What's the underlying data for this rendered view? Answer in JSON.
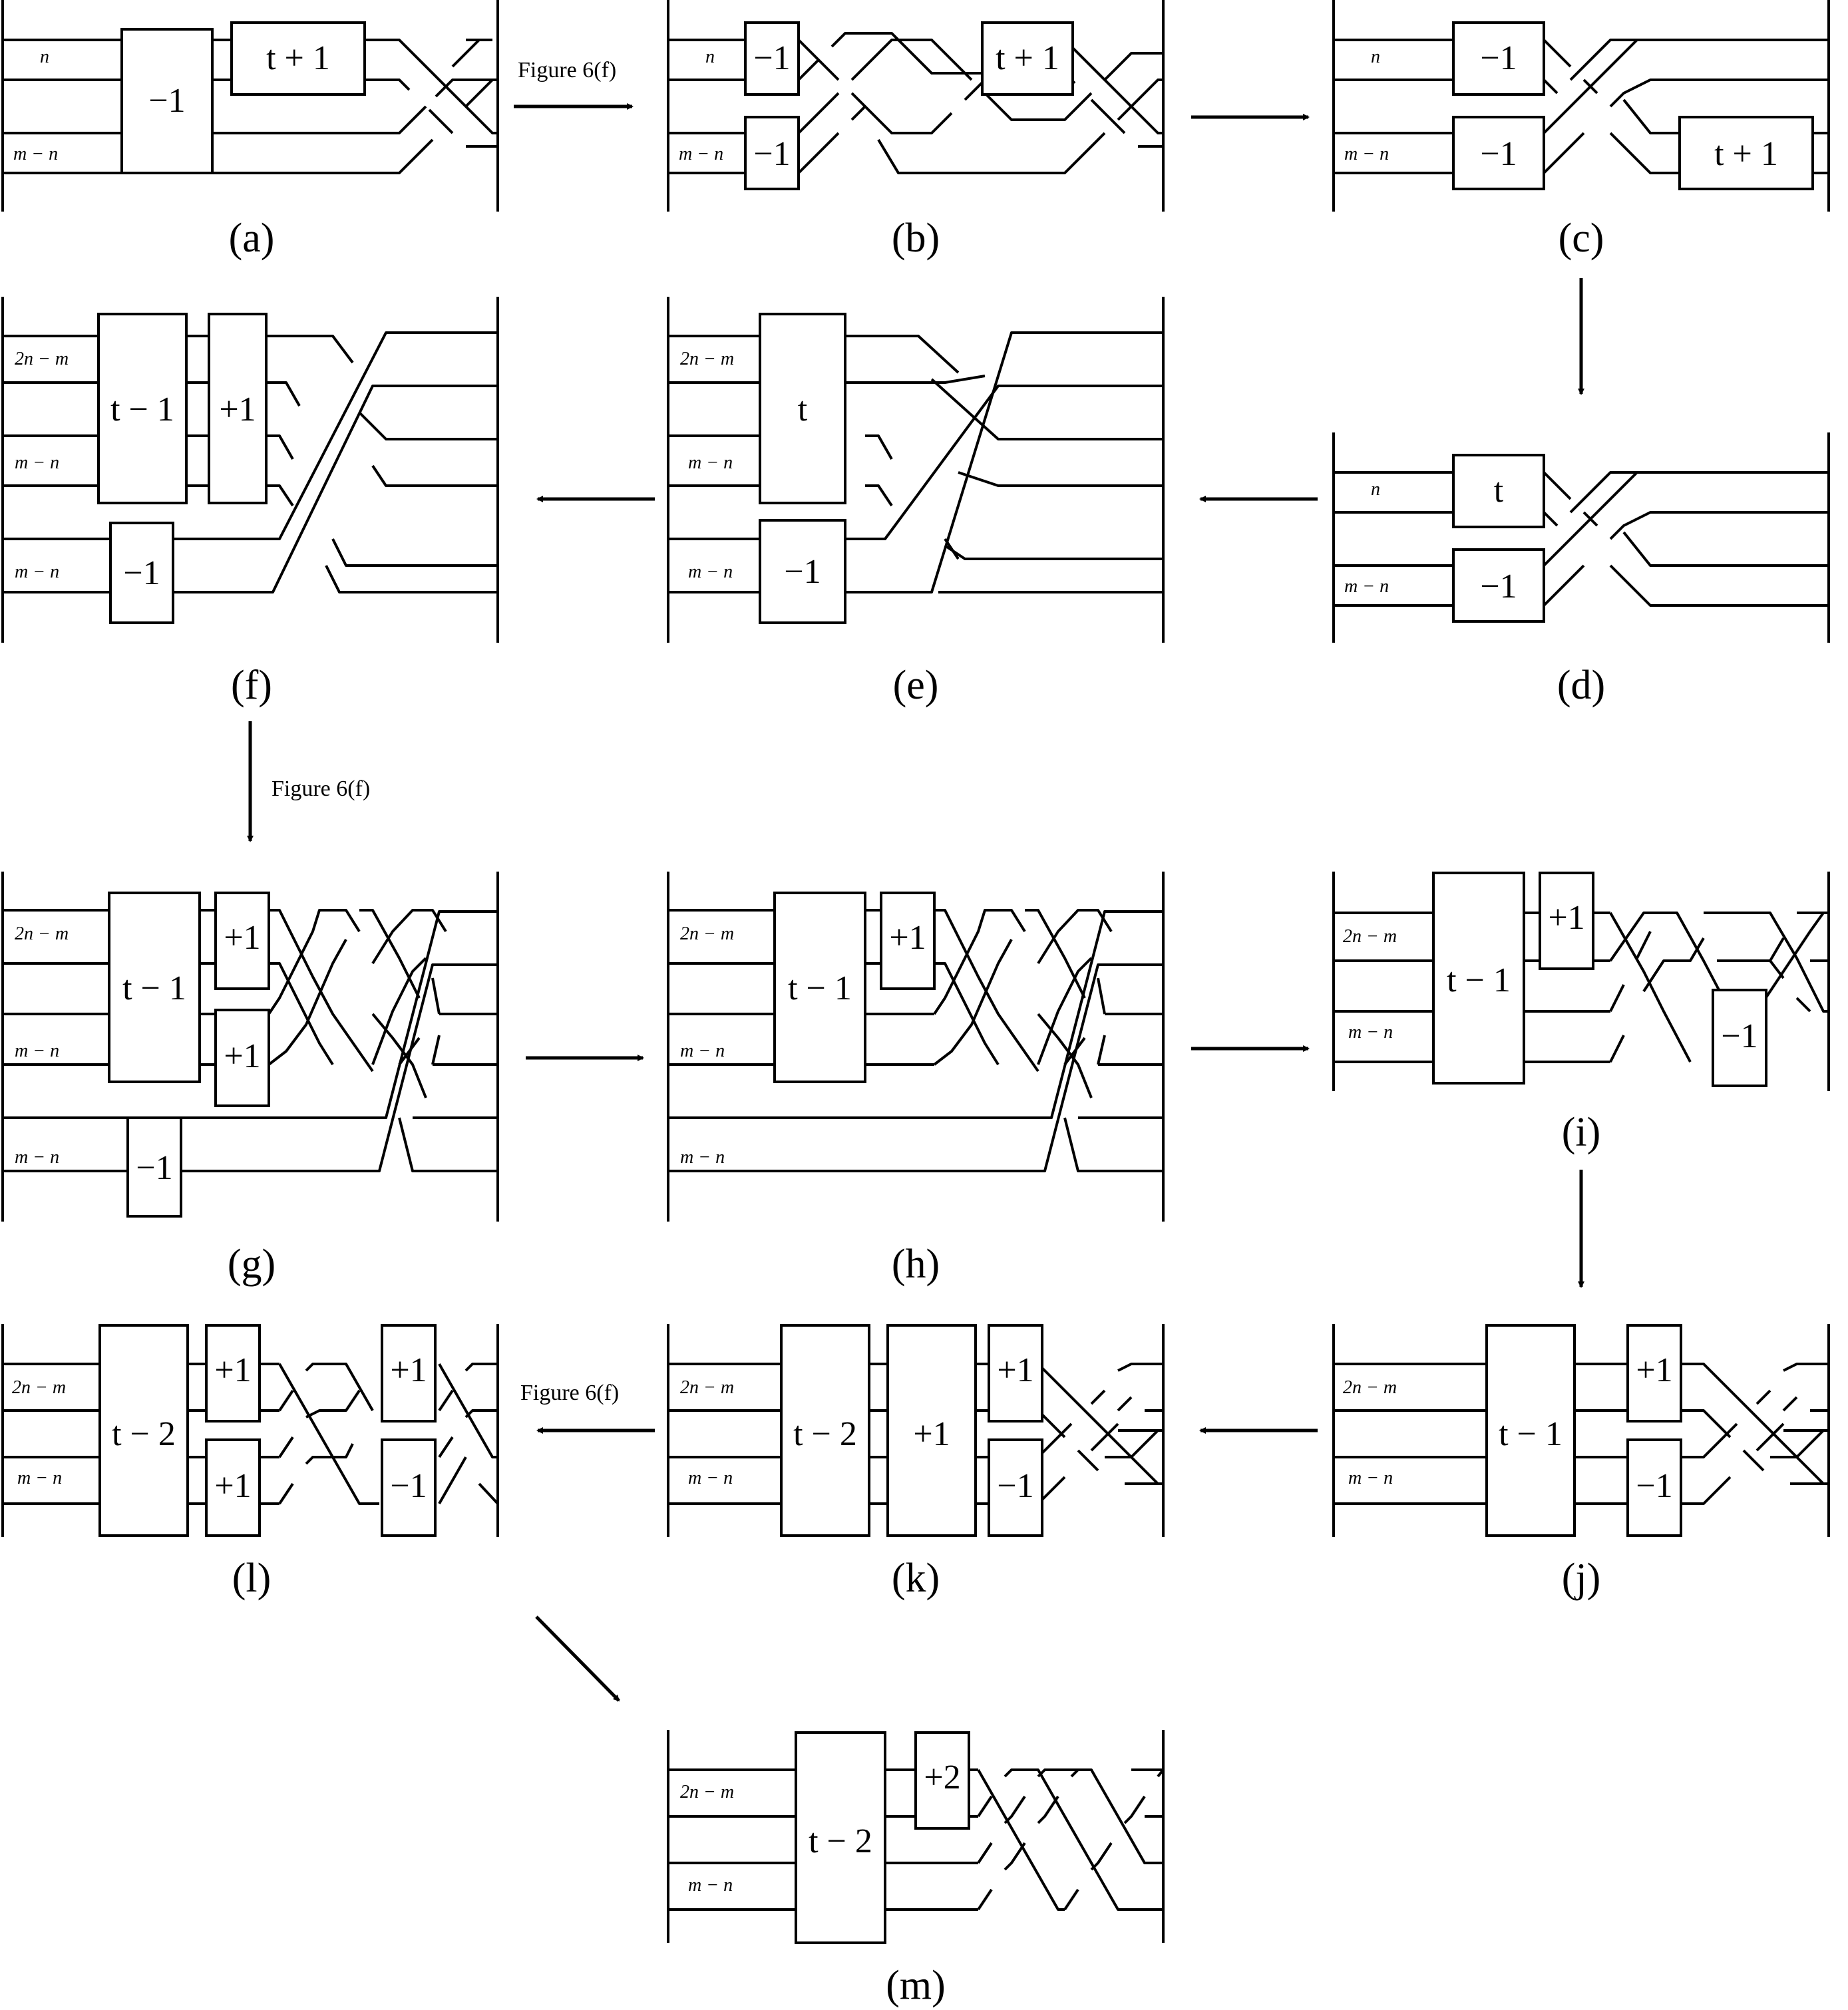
{
  "panels": {
    "a": {
      "caption": "(a)",
      "labels": [
        "n",
        "m − n"
      ],
      "boxes": [
        "−1",
        "t + 1"
      ]
    },
    "b": {
      "caption": "(b)",
      "labels": [
        "n",
        "m − n"
      ],
      "boxes": [
        "−1",
        "−1",
        "t + 1"
      ]
    },
    "c": {
      "caption": "(c)",
      "labels": [
        "n",
        "m − n"
      ],
      "boxes": [
        "−1",
        "−1",
        "t + 1"
      ]
    },
    "d": {
      "caption": "(d)",
      "labels": [
        "n",
        "m − n"
      ],
      "boxes": [
        "t",
        "−1"
      ]
    },
    "e": {
      "caption": "(e)",
      "labels": [
        "2n − m",
        "m − n",
        "m − n"
      ],
      "boxes": [
        "t",
        "−1"
      ]
    },
    "f": {
      "caption": "(f)",
      "labels": [
        "2n − m",
        "m − n",
        "m − n"
      ],
      "boxes": [
        "t − 1",
        "+1",
        "−1"
      ]
    },
    "g": {
      "caption": "(g)",
      "labels": [
        "2n − m",
        "m − n",
        "m − n"
      ],
      "boxes": [
        "t − 1",
        "+1",
        "+1",
        "−1"
      ]
    },
    "h": {
      "caption": "(h)",
      "labels": [
        "2n − m",
        "m − n",
        "m − n"
      ],
      "boxes": [
        "t − 1",
        "+1"
      ]
    },
    "i": {
      "caption": "(i)",
      "labels": [
        "2n − m",
        "m − n"
      ],
      "boxes": [
        "t − 1",
        "+1",
        "−1"
      ]
    },
    "j": {
      "caption": "(j)",
      "labels": [
        "2n − m",
        "m − n"
      ],
      "boxes": [
        "t − 1",
        "+1",
        "−1"
      ]
    },
    "k": {
      "caption": "(k)",
      "labels": [
        "2n − m",
        "m − n"
      ],
      "boxes": [
        "t − 2",
        "+1",
        "+1",
        "−1"
      ]
    },
    "l": {
      "caption": "(l)",
      "labels": [
        "2n − m",
        "m − n"
      ],
      "boxes": [
        "t − 2",
        "+1",
        "+1",
        "+1",
        "−1"
      ]
    },
    "m": {
      "caption": "(m)",
      "labels": [
        "2n − m",
        "m − n"
      ],
      "boxes": [
        "t − 2",
        "+2"
      ]
    }
  },
  "arrows": {
    "a_to_b": "Figure 6(f)",
    "f_to_g": "Figure 6(f)",
    "k_to_l": "Figure 6(f)"
  }
}
